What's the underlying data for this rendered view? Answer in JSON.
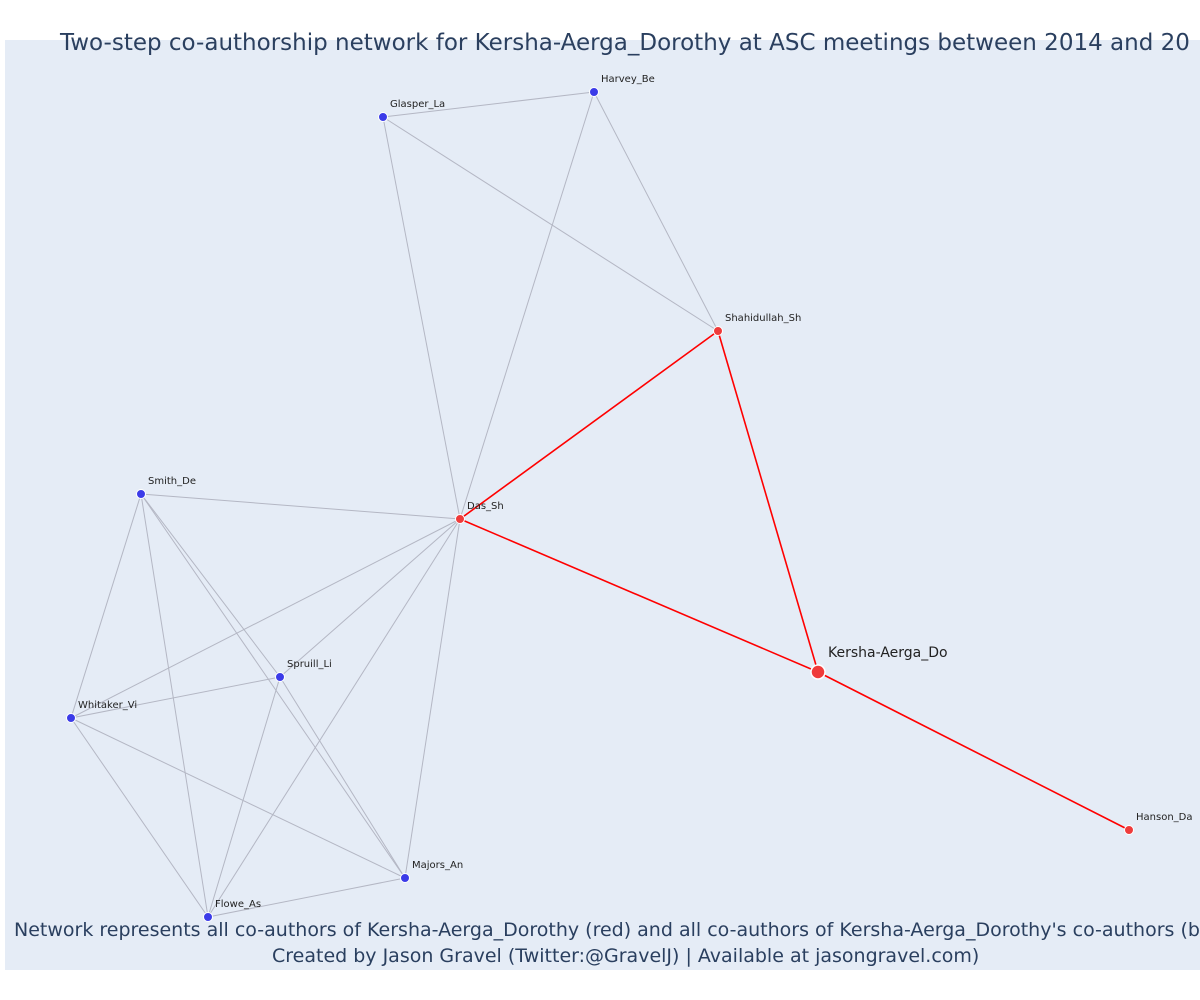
{
  "title": "Two-step co-authorship network for Kersha-Aerga_Dorothy at ASC meetings between 2014 and 20",
  "caption_line1": "Network represents all co-authors of Kersha-Aerga_Dorothy (red) and all co-authors of Kersha-Aerga_Dorothy's co-authors (blue",
  "caption_line2": "Created by Jason Gravel (Twitter:@GravelJ) | Available at jasongravel.com)",
  "colors": {
    "background": "#e5ecf6",
    "red": "#ef3b3b",
    "red_edge": "#ff0000",
    "blue": "#3b3be8",
    "gray_edge": "#b4b7c4",
    "text": "#2a3f5f"
  },
  "nodes": [
    {
      "id": "Kersha-Aerga_Do",
      "group": "ego"
    },
    {
      "id": "Das_Sh",
      "group": "red"
    },
    {
      "id": "Shahidullah_Sh",
      "group": "red"
    },
    {
      "id": "Hanson_Da",
      "group": "red"
    },
    {
      "id": "Harvey_Be",
      "group": "blue"
    },
    {
      "id": "Glasper_La",
      "group": "blue"
    },
    {
      "id": "Smith_De",
      "group": "blue"
    },
    {
      "id": "Spruill_Li",
      "group": "blue"
    },
    {
      "id": "Whitaker_Vi",
      "group": "blue"
    },
    {
      "id": "Majors_An",
      "group": "blue"
    },
    {
      "id": "Flowe_As",
      "group": "blue"
    }
  ],
  "edges": [
    {
      "source": "Kersha-Aerga_Do",
      "target": "Das_Sh",
      "type": "red"
    },
    {
      "source": "Kersha-Aerga_Do",
      "target": "Shahidullah_Sh",
      "type": "red"
    },
    {
      "source": "Kersha-Aerga_Do",
      "target": "Hanson_Da",
      "type": "red"
    },
    {
      "source": "Das_Sh",
      "target": "Shahidullah_Sh",
      "type": "red"
    },
    {
      "source": "Glasper_La",
      "target": "Harvey_Be",
      "type": "gray"
    },
    {
      "source": "Glasper_La",
      "target": "Shahidullah_Sh",
      "type": "gray"
    },
    {
      "source": "Glasper_La",
      "target": "Das_Sh",
      "type": "gray"
    },
    {
      "source": "Harvey_Be",
      "target": "Shahidullah_Sh",
      "type": "gray"
    },
    {
      "source": "Harvey_Be",
      "target": "Das_Sh",
      "type": "gray"
    },
    {
      "source": "Smith_De",
      "target": "Das_Sh",
      "type": "gray"
    },
    {
      "source": "Smith_De",
      "target": "Whitaker_Vi",
      "type": "gray"
    },
    {
      "source": "Smith_De",
      "target": "Flowe_As",
      "type": "gray"
    },
    {
      "source": "Smith_De",
      "target": "Majors_An",
      "type": "gray"
    },
    {
      "source": "Smith_De",
      "target": "Spruill_Li",
      "type": "gray"
    },
    {
      "source": "Das_Sh",
      "target": "Whitaker_Vi",
      "type": "gray"
    },
    {
      "source": "Das_Sh",
      "target": "Spruill_Li",
      "type": "gray"
    },
    {
      "source": "Das_Sh",
      "target": "Flowe_As",
      "type": "gray"
    },
    {
      "source": "Das_Sh",
      "target": "Majors_An",
      "type": "gray"
    },
    {
      "source": "Spruill_Li",
      "target": "Whitaker_Vi",
      "type": "gray"
    },
    {
      "source": "Spruill_Li",
      "target": "Flowe_As",
      "type": "gray"
    },
    {
      "source": "Spruill_Li",
      "target": "Majors_An",
      "type": "gray"
    },
    {
      "source": "Whitaker_Vi",
      "target": "Flowe_As",
      "type": "gray"
    },
    {
      "source": "Whitaker_Vi",
      "target": "Majors_An",
      "type": "gray"
    },
    {
      "source": "Flowe_As",
      "target": "Majors_An",
      "type": "gray"
    }
  ]
}
